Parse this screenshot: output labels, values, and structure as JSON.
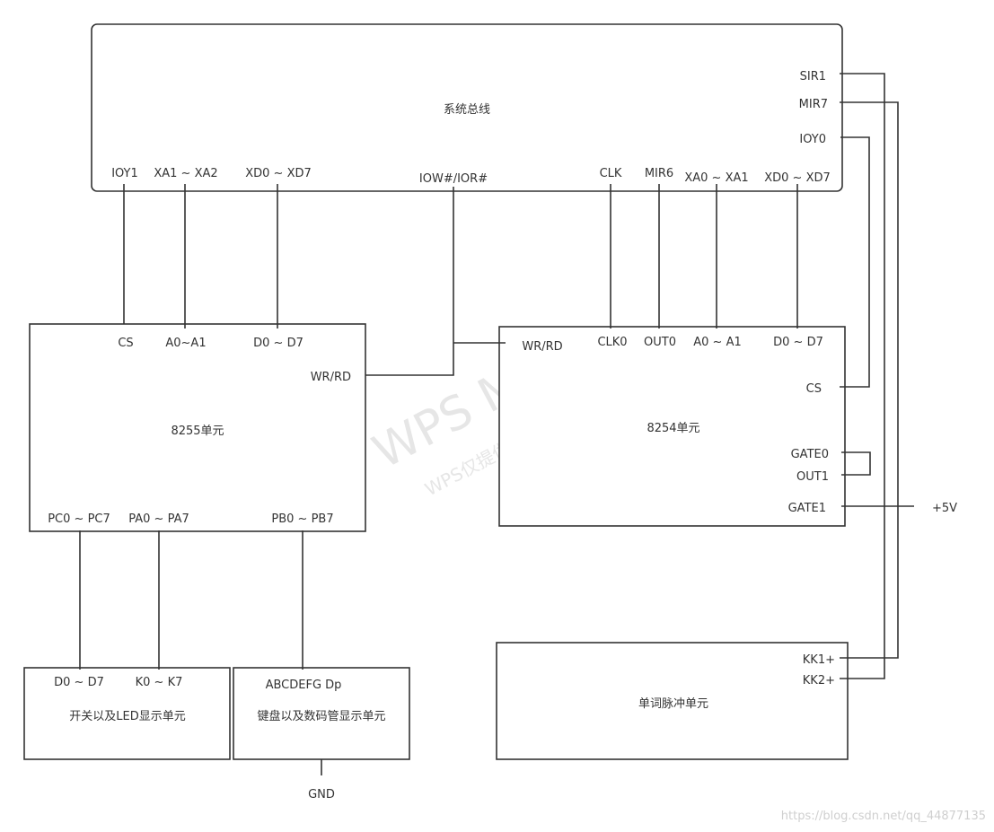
{
  "watermark": {
    "main": "WPS Mind",
    "sub": "WPS仅提供作图能力"
  },
  "credit": "https://blog.csdn.net/qq_44877135",
  "bus": {
    "title": "系统总线",
    "top_right_pins": [
      "SIR1",
      "MIR7",
      "IOY0"
    ],
    "bottom_pins": [
      "IOY1",
      "XA1 ~ XA2",
      "XD0 ~ XD7",
      "IOW#/IOR#",
      "CLK",
      "MIR6",
      "XA0 ~ XA1",
      "XD0 ~ XD7"
    ]
  },
  "u8255": {
    "title": "8255单元",
    "top_pins": [
      "CS",
      "A0~A1",
      "D0 ~ D7"
    ],
    "right_pin": "WR/RD",
    "bottom_pins": [
      "PC0 ~ PC7",
      "PA0 ~ PA7",
      "PB0 ~ PB7"
    ]
  },
  "u8254": {
    "title": "8254单元",
    "top_pins": [
      "WR/RD",
      "CLK0",
      "OUT0",
      "A0 ~ A1",
      "D0 ~ D7"
    ],
    "right_pins": [
      "CS",
      "GATE0",
      "OUT1",
      "GATE1"
    ]
  },
  "led": {
    "title": "开关以及LED显示单元",
    "pins": [
      "D0 ~ D7",
      "K0 ~ K7"
    ]
  },
  "kbd": {
    "title": "键盘以及数码管显示单元",
    "pin": "ABCDEFG Dp",
    "ground": "GND"
  },
  "pulse": {
    "title": "单词脉冲单元",
    "pins": [
      "KK1+",
      "KK2+"
    ]
  },
  "supply": "+5V"
}
